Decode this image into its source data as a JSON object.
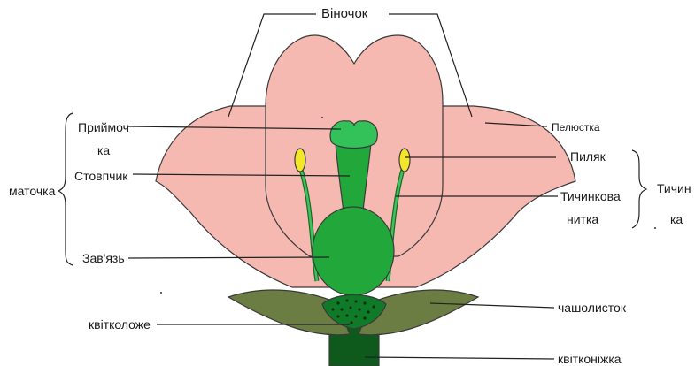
{
  "labels": {
    "corolla": "Віночок",
    "petal": "Пелюстка",
    "stigma_line1": "Приймоч",
    "stigma_line2": "ка",
    "style": "Стовпчик",
    "pistil": "маточка",
    "ovary": "Зав'язь",
    "receptacle": "квітколоже",
    "anther": "Пиляк",
    "filament_line1": "Тичинкова",
    "filament_line2": "нитка",
    "stamen_line1": "Тичин",
    "stamen_line2": "ка",
    "sepal": "чашолисток",
    "pedicel": "квітконіжка"
  },
  "colors": {
    "petal_fill": "#f6b9b2",
    "pistil_fill": "#22a83a",
    "stigma_fill": "#33c15a",
    "anther_fill": "#f4e62a",
    "sepal_fill": "#6b7d42",
    "receptacle_fill": "#0f7a28",
    "pedicel_fill": "#0d5a1c"
  }
}
